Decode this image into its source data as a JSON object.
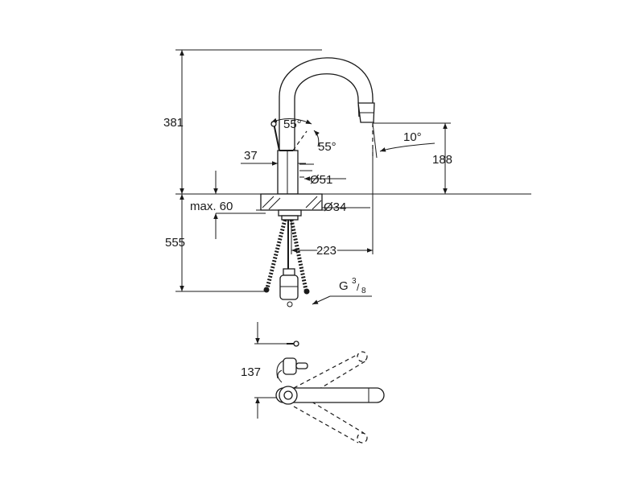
{
  "dimensions": {
    "total_height": "381",
    "lever_angle_front": "55°",
    "lever_angle_side": "55°",
    "lever_offset": "37",
    "spray_angle": "10°",
    "spout_height": "188",
    "body_diameter": "Ø51",
    "hole_diameter": "Ø34",
    "max_deck": "max. 60",
    "below_deck": "555",
    "reach": "223",
    "connection_prefix": "G",
    "connection_num": "3",
    "connection_den": "8",
    "lever_clearance": "137"
  }
}
